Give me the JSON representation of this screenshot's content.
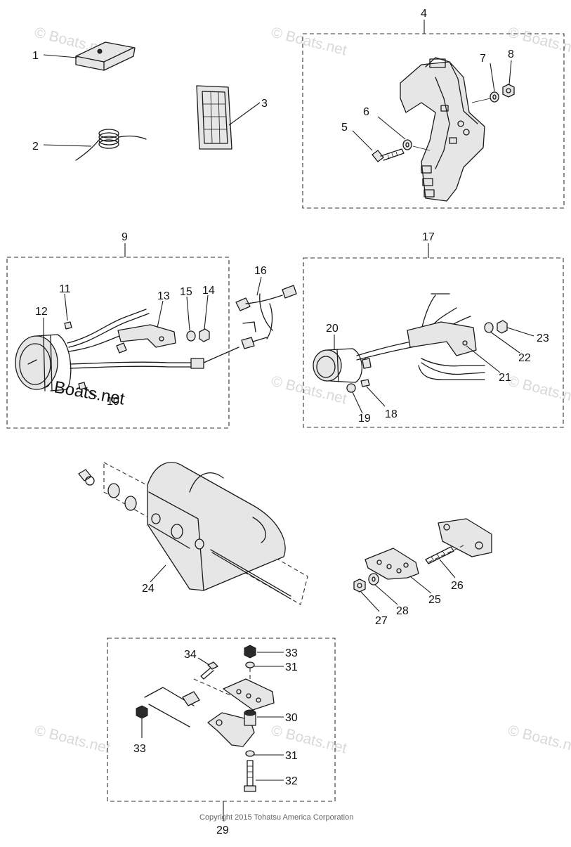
{
  "watermark": {
    "text": "© Boats.net",
    "overlay_text": "Boats.net"
  },
  "copyright": "Copyright 2015 Tohatsu America Corporation",
  "callouts": [
    "1",
    "2",
    "3",
    "4",
    "5",
    "6",
    "7",
    "8",
    "9",
    "10",
    "11",
    "12",
    "13",
    "14",
    "15",
    "16",
    "17",
    "18",
    "19",
    "20",
    "21",
    "22",
    "23",
    "24",
    "25",
    "26",
    "27",
    "28",
    "29",
    "30",
    "31",
    "32",
    "33",
    "34"
  ],
  "repeat_callouts": {
    "31b": "31",
    "33b": "33"
  }
}
